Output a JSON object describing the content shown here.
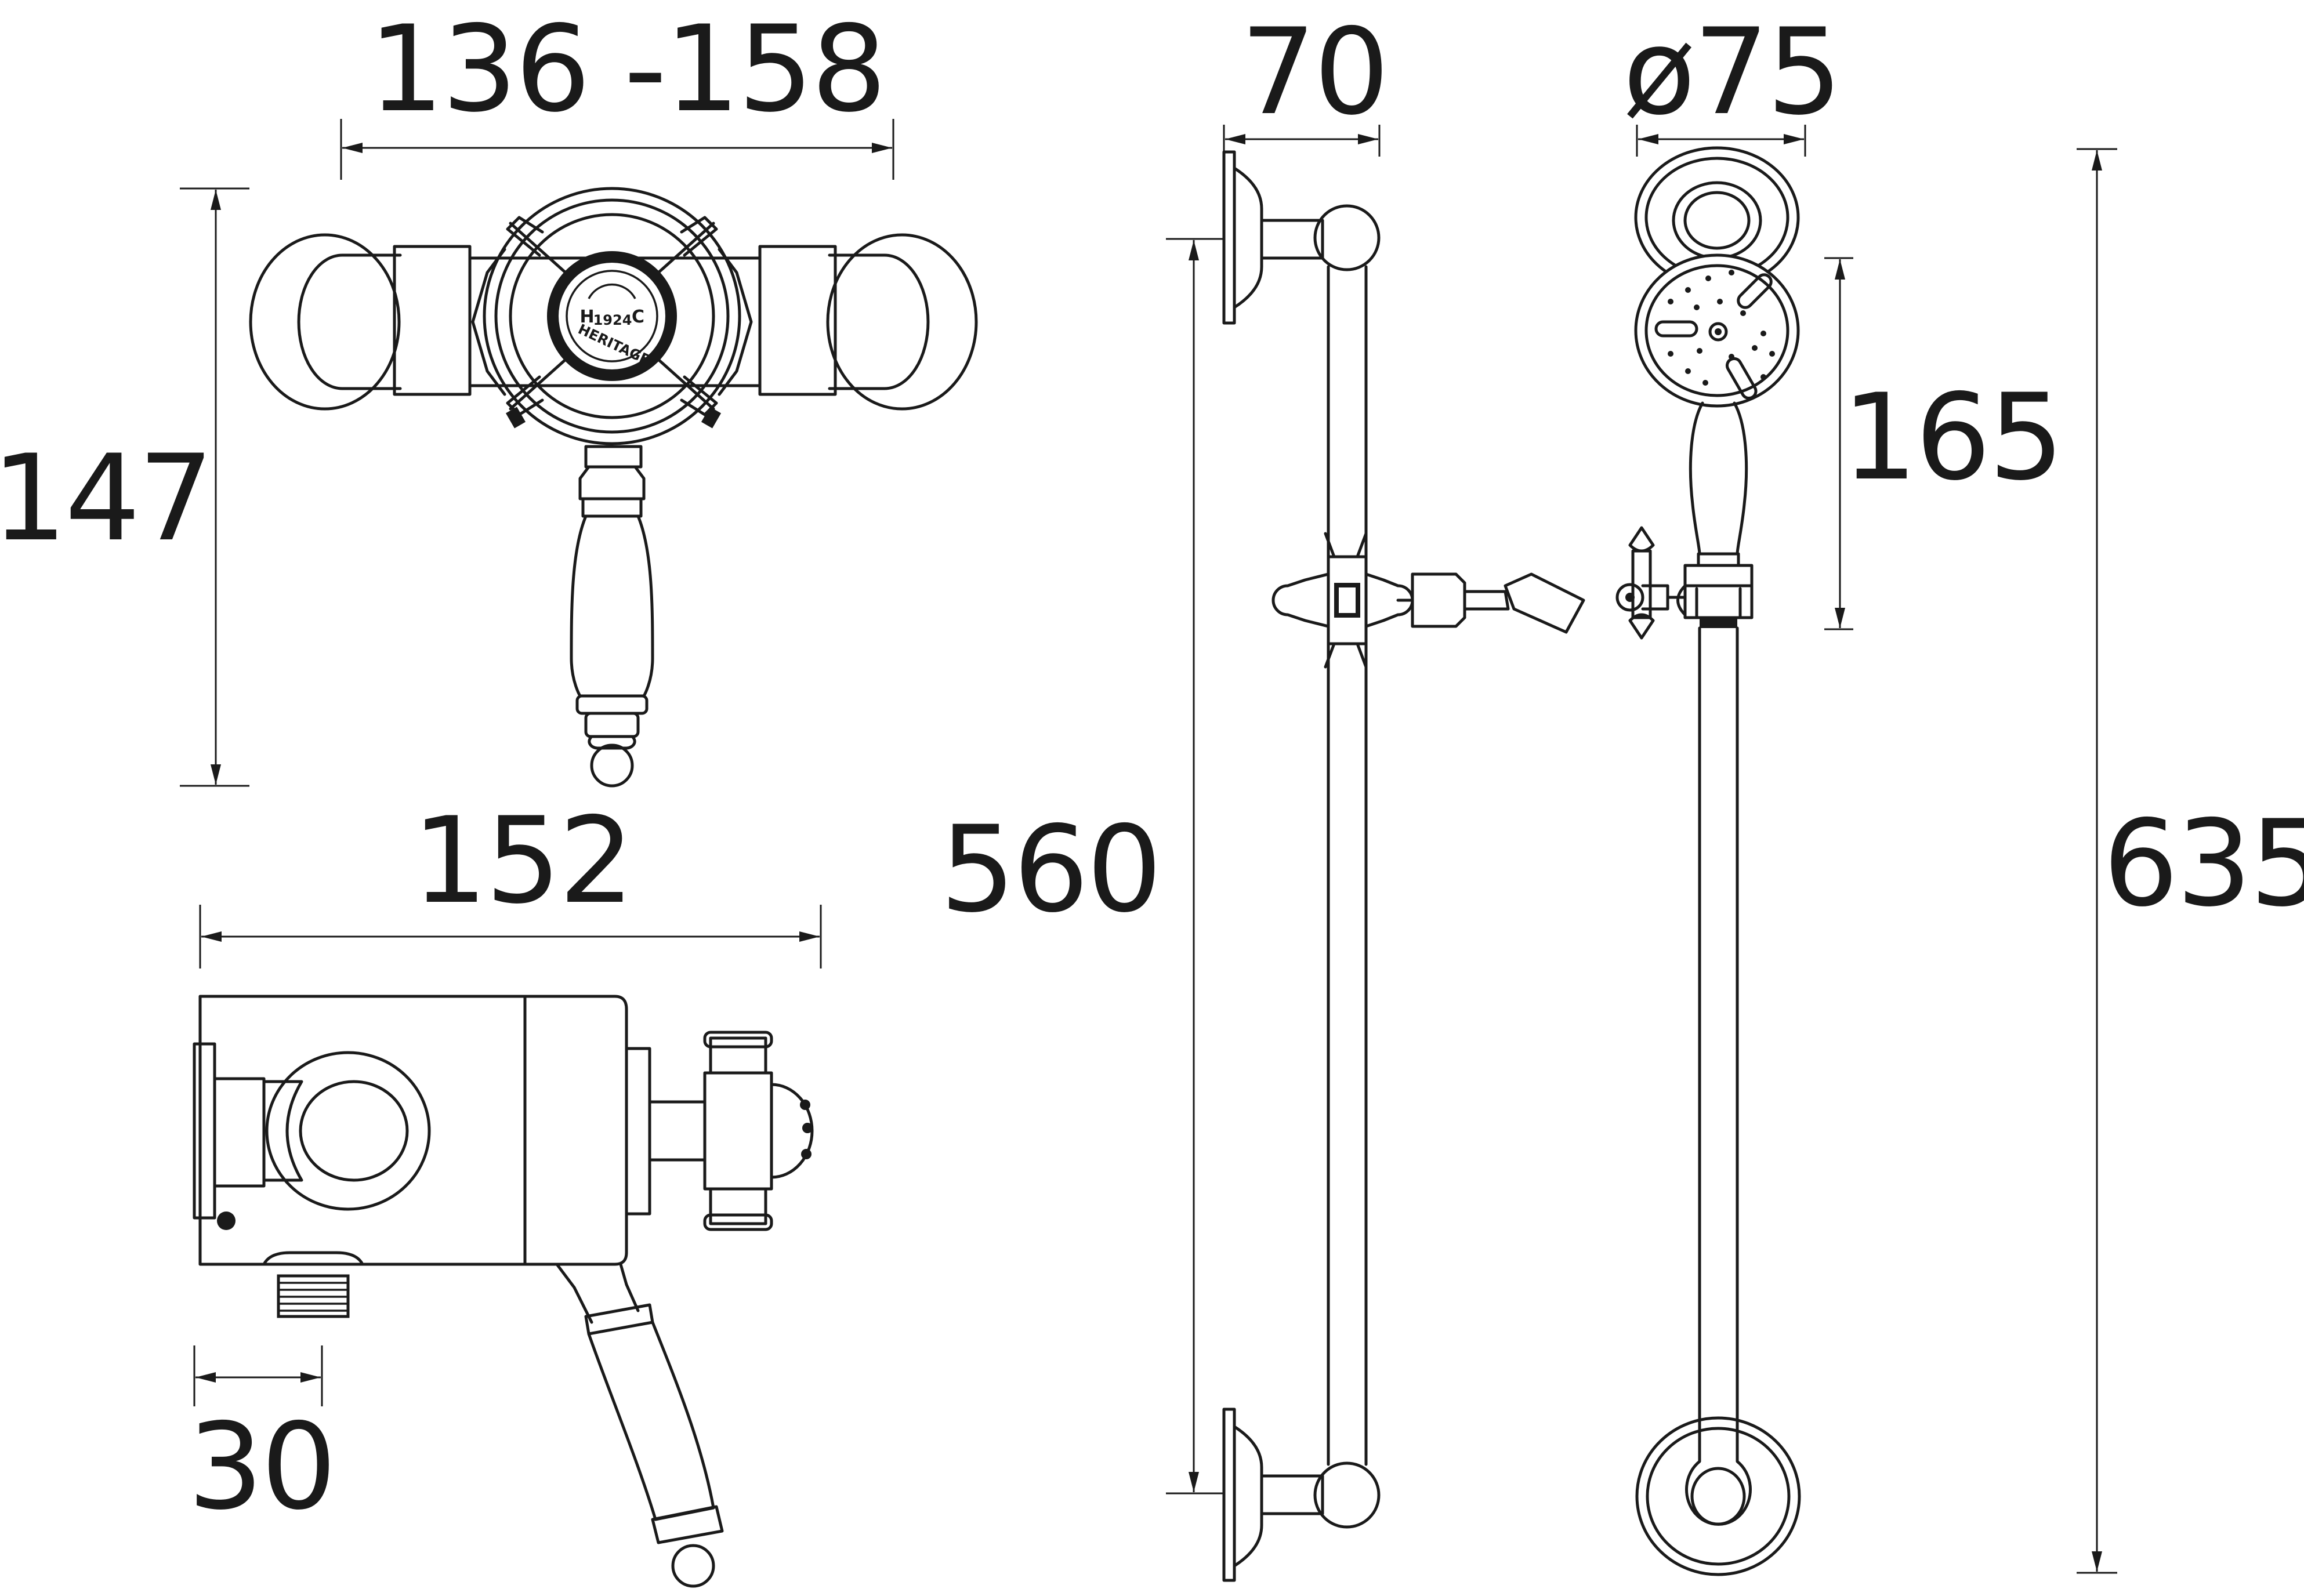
{
  "dimensions": {
    "valve_width": "136 -158",
    "valve_height": "147",
    "valve_depth": "152",
    "outlet_offset": "30",
    "rail_length": "560",
    "rail_projection": "70",
    "head_diameter": "ø75",
    "handset_length": "165",
    "overall_height": "635"
  },
  "control_marks": {
    "hot": "H",
    "cold": "C",
    "year": "1924",
    "brand": "HERITAGE"
  }
}
